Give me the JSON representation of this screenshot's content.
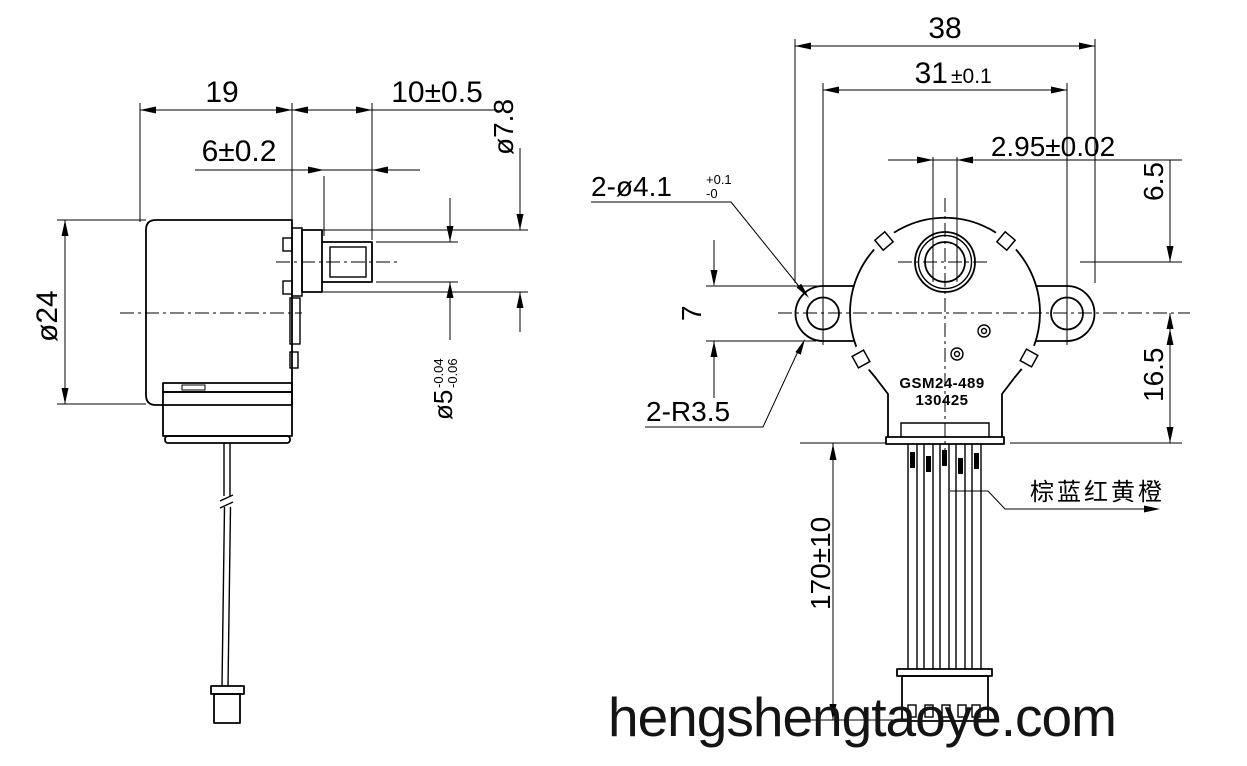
{
  "watermark": "hengshengtaoye.com",
  "side_view": {
    "dim_body_length": "19",
    "dim_shaft_length": "10±0.5",
    "dim_flat_length": "6±0.2",
    "dim_boss_dia": "ø7.8",
    "dim_body_dia": "ø24",
    "dim_shaft_dia": "ø5",
    "dim_shaft_tol_upper": "-0.04",
    "dim_shaft_tol_lower": "-0.06"
  },
  "front_view": {
    "dim_overall_width": "38",
    "dim_hole_spacing": "31",
    "dim_hole_spacing_tol": "±0.1",
    "dim_flat_width": "2.95±0.02",
    "dim_shaft_offset": "6.5",
    "dim_center_to_bottom": "16.5",
    "dim_ear_height": "7",
    "label_mounting_holes": "2-ø4.1",
    "label_mounting_holes_tol_upper": "+0.1",
    "label_mounting_holes_tol_lower": "-0",
    "label_ear_radius": "2-R3.5",
    "dim_lead_length": "170±10",
    "label_wire_colors": "棕蓝红黄橙",
    "model_number": "GSM24-489",
    "date_code": "130425"
  }
}
